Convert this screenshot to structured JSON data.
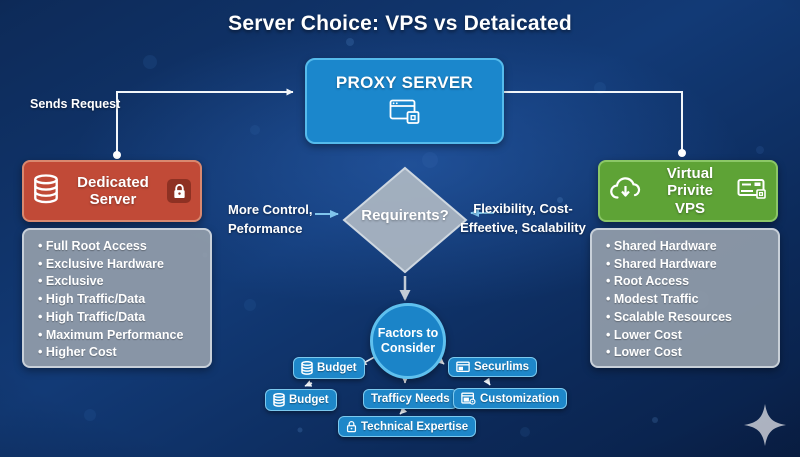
{
  "title": "Server Choice: VPS vs Detaicated",
  "labels": {
    "sends_request": "Sends Request"
  },
  "proxy": {
    "label": "PROXY SERVER"
  },
  "dedicated": {
    "title_line1": "Dedicated",
    "title_line2": "Server",
    "features": [
      "Full Root Access",
      "Exclusive Hardware",
      "Exclusive",
      "High Traffic/Data",
      "High Traffic/Data",
      "Maximum Performance",
      "Higher Cost"
    ]
  },
  "vps": {
    "title_line1": "Virtual Privite",
    "title_line2": "VPS",
    "features": [
      "Shared Hardware",
      "Shared Hardware",
      "Root Access",
      "Modest Traffic",
      "Scalable Resources",
      "Lower Cost",
      "Lower Cost"
    ]
  },
  "decision": {
    "label": "Requirents?",
    "left_note_line1": "More Control,",
    "left_note_line2": "Peformance",
    "right_note_line1": "Flexibility, Cost-",
    "right_note_line2": "Effeetive, Scalability"
  },
  "factors": {
    "line1": "Factors to",
    "line2": "Consider",
    "items": {
      "budget1": "Budget",
      "securlims": "Securlims",
      "budget2": "Budget",
      "traffic": "Trafficy Needs",
      "customization": "Customization",
      "technical": "Technical Expertise"
    }
  },
  "colors": {
    "background": "#0d2a58",
    "blue_box": "#1b87cc",
    "blue_box_border": "#55bbec",
    "red_box": "#c14a37",
    "green_box": "#5ea336",
    "gray_panel": "#939daa",
    "diamond": "#a9b4c1",
    "arrow_blue": "#7fc4ec",
    "text": "#ffffff"
  }
}
